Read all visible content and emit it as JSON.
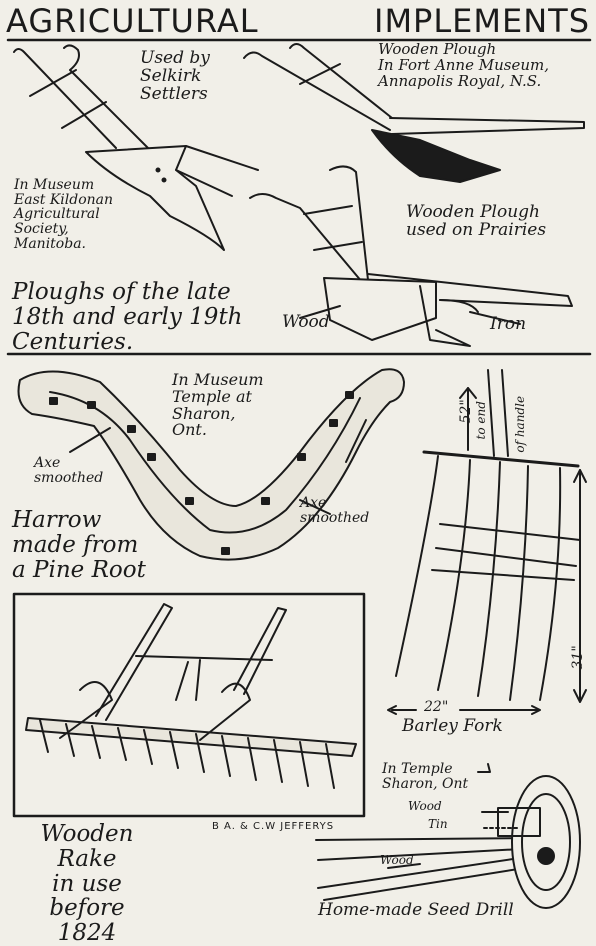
{
  "title": {
    "word1": "AGRICULTURAL",
    "word2": "IMPLEMENTS"
  },
  "labels": {
    "selkirk": "Used by\nSelkirk\nSettlers",
    "fort_anne": "Wooden Plough\nIn Fort Anne Museum,\nAnnapolis Royal, N.S.",
    "museum_kildonan": "In Museum\nEast Kildonan\nAgricultural\nSociety,\nManitoba.",
    "prairie_plough": "Wooden Plough\nused on Prairies",
    "ploughs_caption": "Ploughs of the late\n18th and early 19th\nCenturies.",
    "wood": "Wood",
    "iron": "Iron",
    "temple_museum": "In Museum\nTemple at\nSharon,\nOnt.",
    "axe_smoothed_left": "Axe\nsmoothed",
    "axe_smoothed_right": "Axe\nsmoothed",
    "harrow_caption": "Harrow\nmade from\na Pine Root",
    "fork_52_a": "52\"",
    "fork_52_b": "to end",
    "fork_52_c": "of handle",
    "fork_31": "31\"",
    "fork_22": "22\"",
    "barley_fork": "Barley Fork",
    "rake_caption": "Wooden Rake\nin use before\n1824",
    "credit": "B A. & C.W JEFFERYS",
    "temple_sharon": "In Temple\nSharon, Ont",
    "drill_wood_top": "Wood",
    "drill_tin": "Tin",
    "drill_wood_bottom": "Wood",
    "seed_drill": "Home-made Seed Drill"
  },
  "icons": [
    "plough-drawing",
    "harrow-drawing",
    "barley-fork-drawing",
    "wooden-rake-drawing",
    "seed-drill-drawing"
  ]
}
